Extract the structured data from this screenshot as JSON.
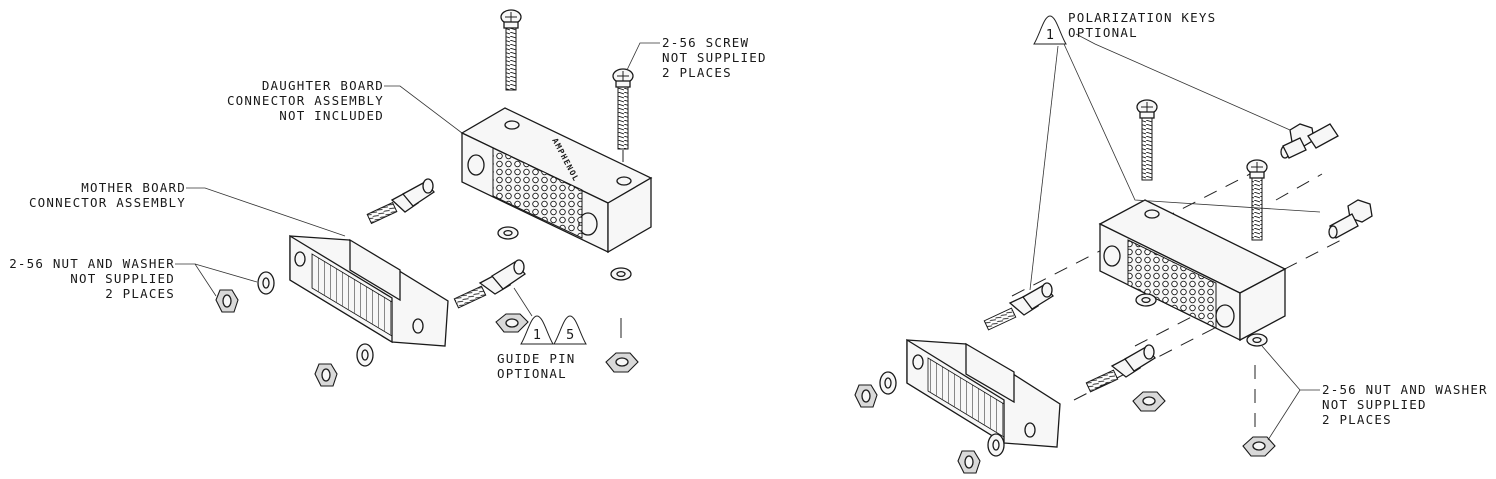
{
  "left_view": {
    "daughter_board": {
      "line1": "DAUGHTER BOARD",
      "line2": "CONNECTOR ASSEMBLY",
      "line3": "NOT INCLUDED"
    },
    "mother_board": {
      "line1": "MOTHER BOARD",
      "line2": "CONNECTOR ASSEMBLY"
    },
    "nut_washer": {
      "line1": "2-56 NUT AND WASHER",
      "line2": "NOT SUPPLIED",
      "line3": "2 PLACES"
    },
    "screw": {
      "line1": "2-56 SCREW",
      "line2": "NOT SUPPLIED",
      "line3": "2 PLACES"
    },
    "guide_pin": {
      "line1": "GUIDE PIN",
      "line2": "OPTIONAL"
    },
    "note_flags": [
      "1",
      "5"
    ]
  },
  "right_view": {
    "polarization": {
      "line1": "POLARIZATION KEYS",
      "line2": "OPTIONAL"
    },
    "nut_washer": {
      "line1": "2-56 NUT AND WASHER",
      "line2": "NOT SUPPLIED",
      "line3": "2 PLACES"
    },
    "note_flag": "1"
  },
  "brand_marking": "AMPHENOL"
}
